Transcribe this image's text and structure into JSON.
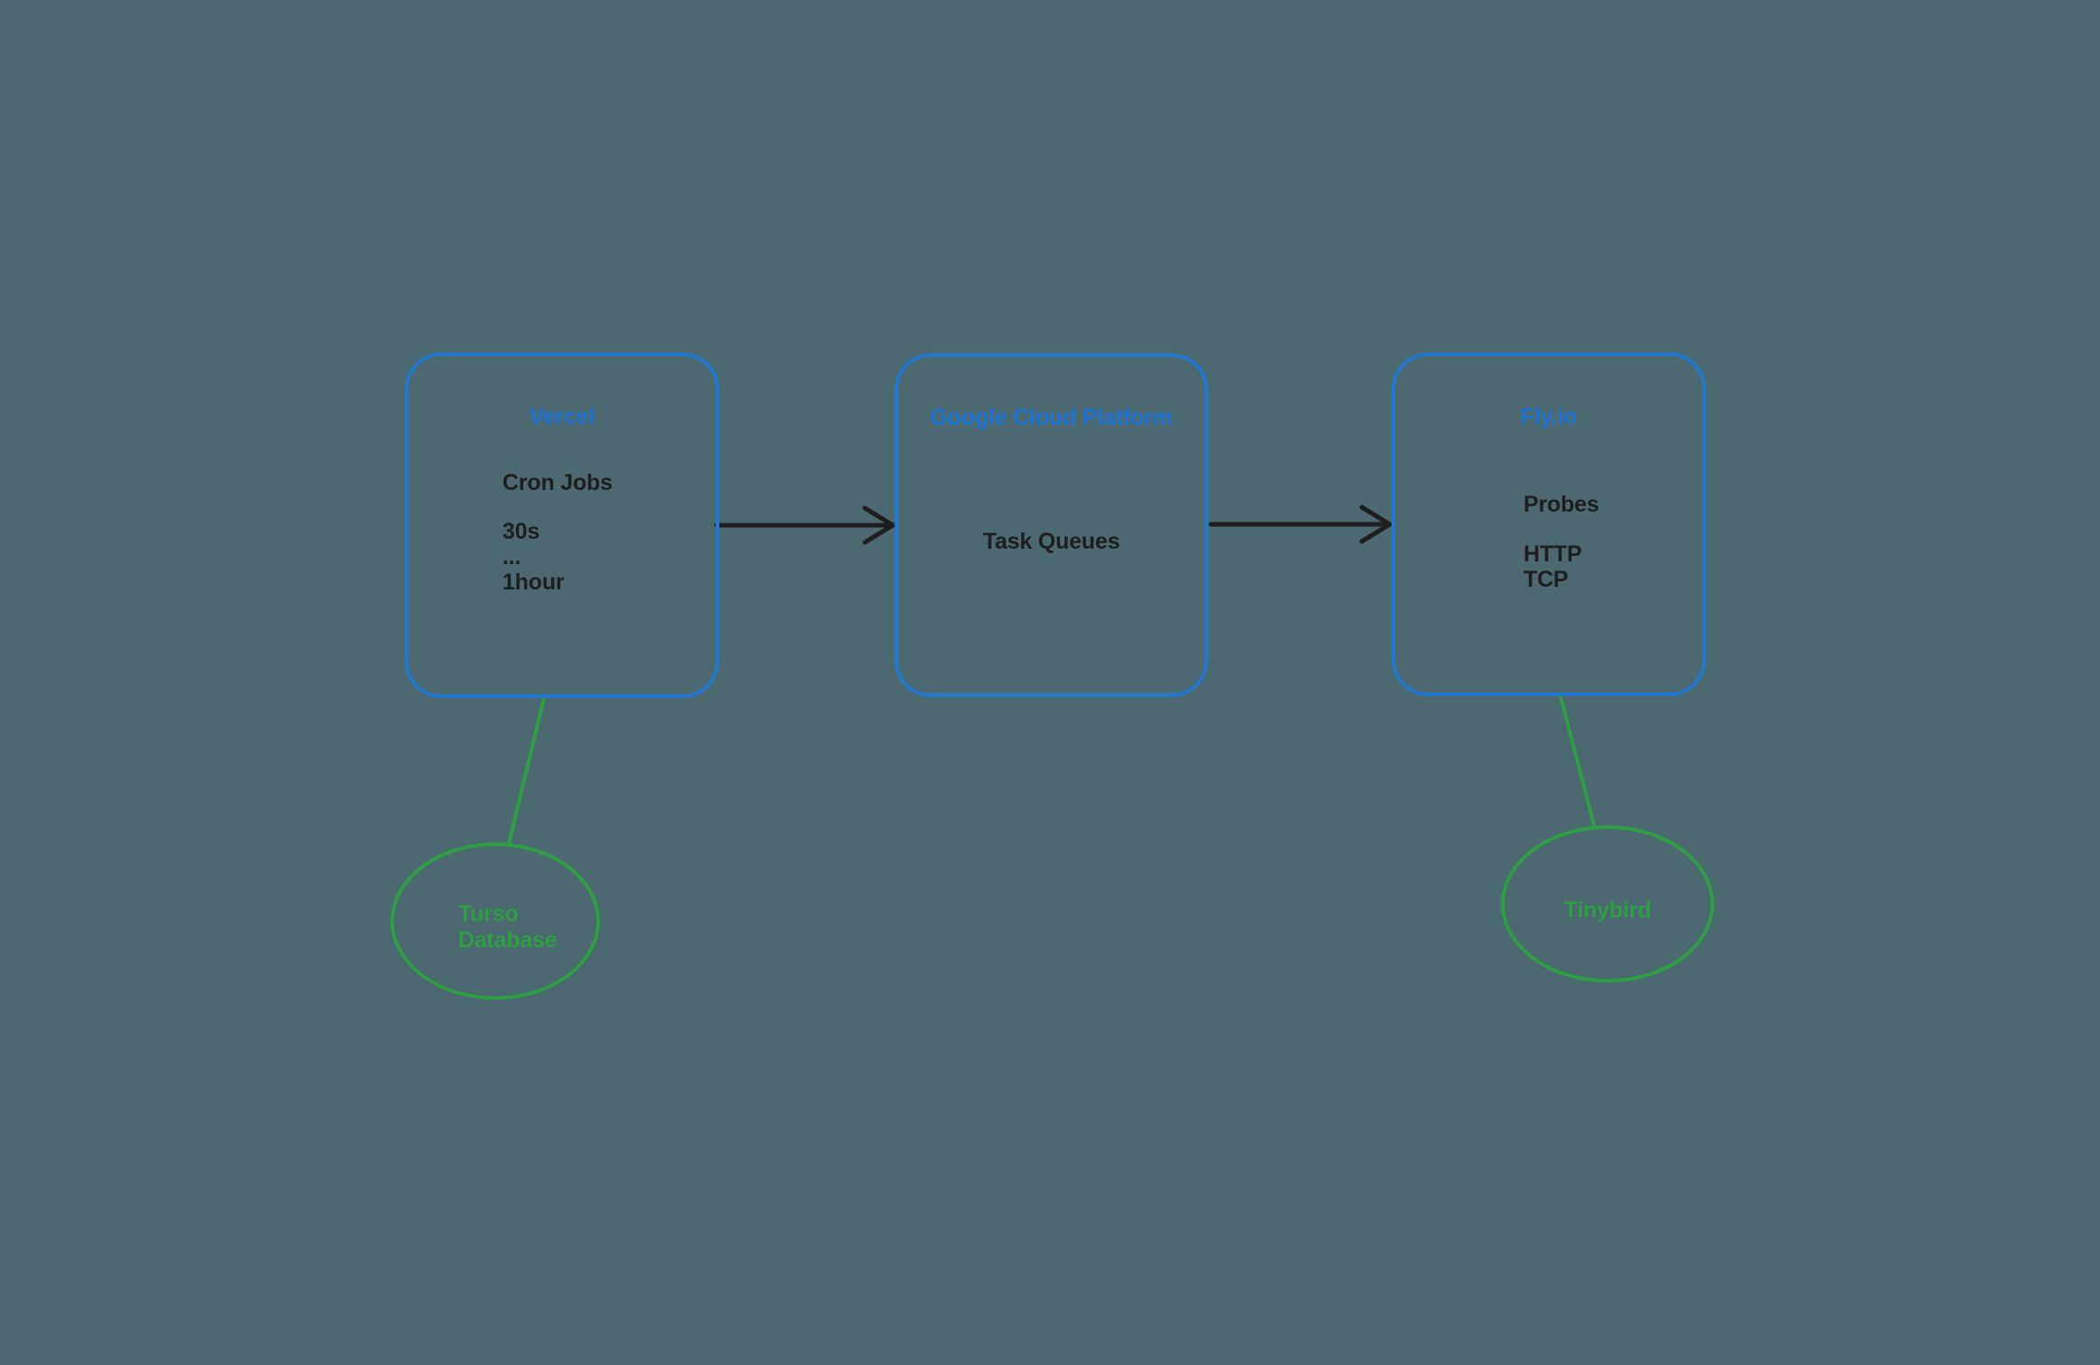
{
  "diagram": {
    "background": "#4c6871",
    "colors": {
      "node_border_blue": "#2278ce",
      "node_title_blue": "#1c73d3",
      "accent_green": "#2f9e44",
      "body_text_dark": "#1e1e1e"
    },
    "nodes": {
      "vercel": {
        "title": "Vercel",
        "line1": "Cron Jobs",
        "line2": "30s",
        "line3": "...",
        "line4": "1hour"
      },
      "gcp": {
        "title": "Google Cloud Platform",
        "line1": "Task Queues"
      },
      "flyio": {
        "title": "Fly.io",
        "line1": "Probes",
        "line2": "HTTP",
        "line3": "TCP"
      },
      "turso": {
        "line1": "Turso",
        "line2": "Database"
      },
      "tinybird": {
        "line1": "Tinybird"
      }
    },
    "edges": {
      "vercel_to_gcp": {
        "type": "arrow",
        "color": "#1e1e1e"
      },
      "gcp_to_flyio": {
        "type": "arrow",
        "color": "#1e1e1e"
      },
      "vercel_to_turso": {
        "type": "line",
        "color": "#2f9e44"
      },
      "flyio_to_tinybird": {
        "type": "line",
        "color": "#2f9e44"
      }
    }
  }
}
